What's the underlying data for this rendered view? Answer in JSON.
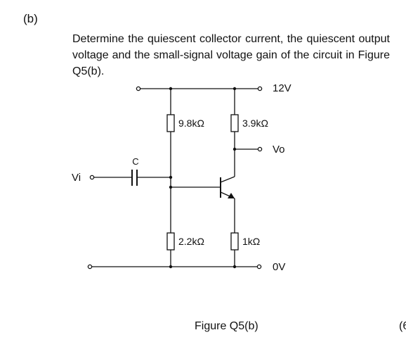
{
  "part_label": "(b)",
  "question": "Determine the quiescent collector current, the quiescent output voltage and the small-signal voltage gain of the circuit in Figure Q5(b).",
  "circuit": {
    "supply_label": "12V",
    "output_label": "Vo",
    "ground_label": "0V",
    "input_label": "Vi",
    "capacitor_label": "C",
    "r1_label": "9.8kΩ",
    "rc_label": "3.9kΩ",
    "r2_label": "2.2kΩ",
    "re_label": "1kΩ"
  },
  "figure_caption": "Figure Q5(b)",
  "marks_fragment": "(6"
}
